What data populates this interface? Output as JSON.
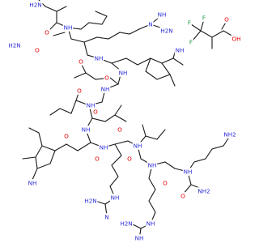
{
  "molecule": {
    "labels": {
      "h2n_top": "H2N",
      "o1": "O",
      "nh1": "NH",
      "h2n_amide": "H2N",
      "o_amide": "O",
      "n_guan1": "N",
      "nh_guan1": "NH",
      "h2n_guan1": "H2N",
      "o2": "O",
      "nh2": "NH",
      "nh_indole1": "NH",
      "o3": "O",
      "nh3": "NH",
      "o4": "O",
      "nh4": "NH",
      "o5": "O",
      "nh5": "NH",
      "o6": "O",
      "nh6": "NH",
      "nh_indole2": "NH",
      "o7": "O",
      "nh7": "NH",
      "o8": "O",
      "nh8": "NH",
      "o9": "O",
      "nh9": "NH",
      "o10": "O",
      "nh10": "NH",
      "nh_guan2": "NH",
      "h2n_guan2": "H2N",
      "n_guan2": "N",
      "nh_guan3": "NH",
      "h2n_guan3": "H2N",
      "nh_guan3b": "NH",
      "nh2_lys": "NH2",
      "nh2_cterm": "NH2",
      "o_cterm": "O"
    },
    "tfa": {
      "o_double": "O",
      "oh": "OH",
      "f1": "F",
      "f2": "F",
      "f3": "F"
    },
    "colors": {
      "nitrogen": "#2b2bd9",
      "oxygen": "#e00000",
      "fluorine": "#1f9a3a",
      "bond": "#1a1a1a"
    }
  }
}
